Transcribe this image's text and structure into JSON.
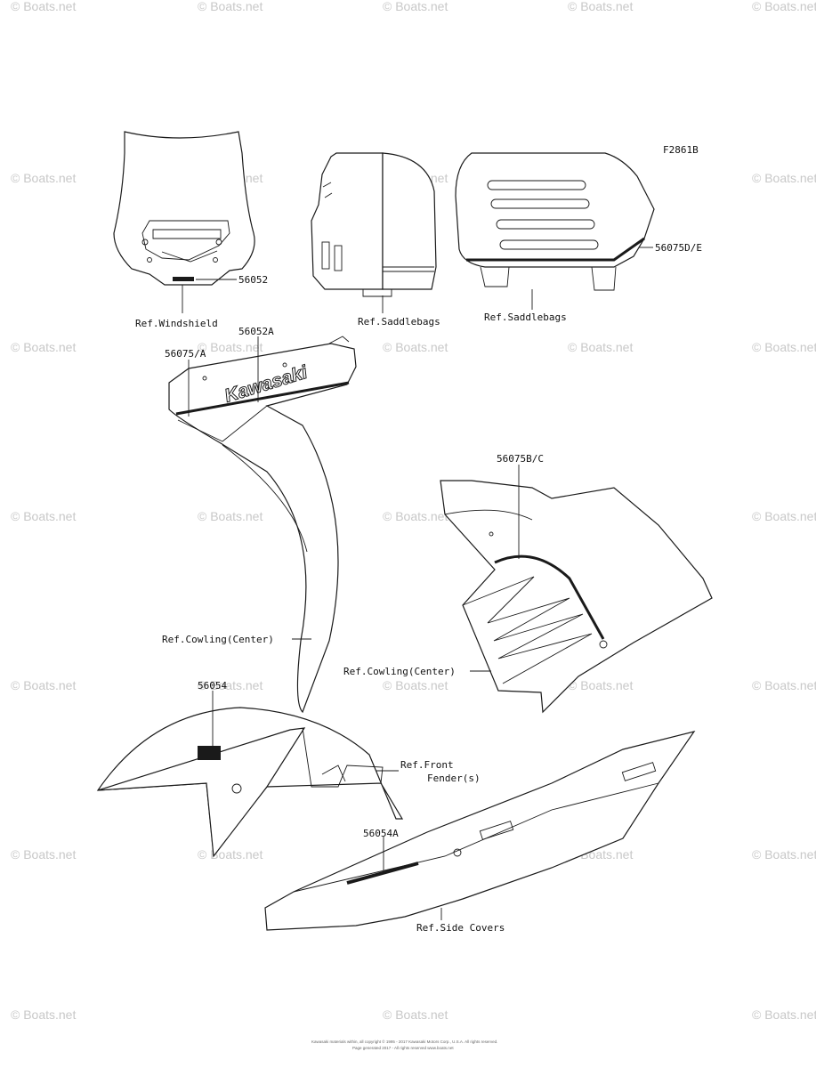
{
  "figure_code": "F2861B",
  "watermark": "© Boats.net",
  "callouts": {
    "p56052": "56052",
    "p56052a": "56052A",
    "p56075a": "56075/A",
    "p56075de": "56075D/E",
    "p56075bc": "56075B/C",
    "p56054": "56054",
    "p56054a": "56054A"
  },
  "references": {
    "windshield": "Ref.Windshield",
    "saddlebags_left": "Ref.Saddlebags",
    "saddlebags_right": "Ref.Saddlebags",
    "cowling_center_1": "Ref.Cowling(Center)",
    "cowling_center_2": "Ref.Cowling(Center)",
    "front_fender_line1": "Ref.Front",
    "front_fender_line2": "Fender(s)",
    "side_covers": "Ref.Side Covers"
  },
  "decal_text": {
    "kawasaki": "Kawasaki"
  },
  "footer": {
    "line1": "Kawasaki materials within, all copyright © 1995 - 2017 Kawasaki Motors Corp., U.S.A. All rights reserved.",
    "line2": "Page generated 2017 - All rights reserved www.boats.net"
  }
}
